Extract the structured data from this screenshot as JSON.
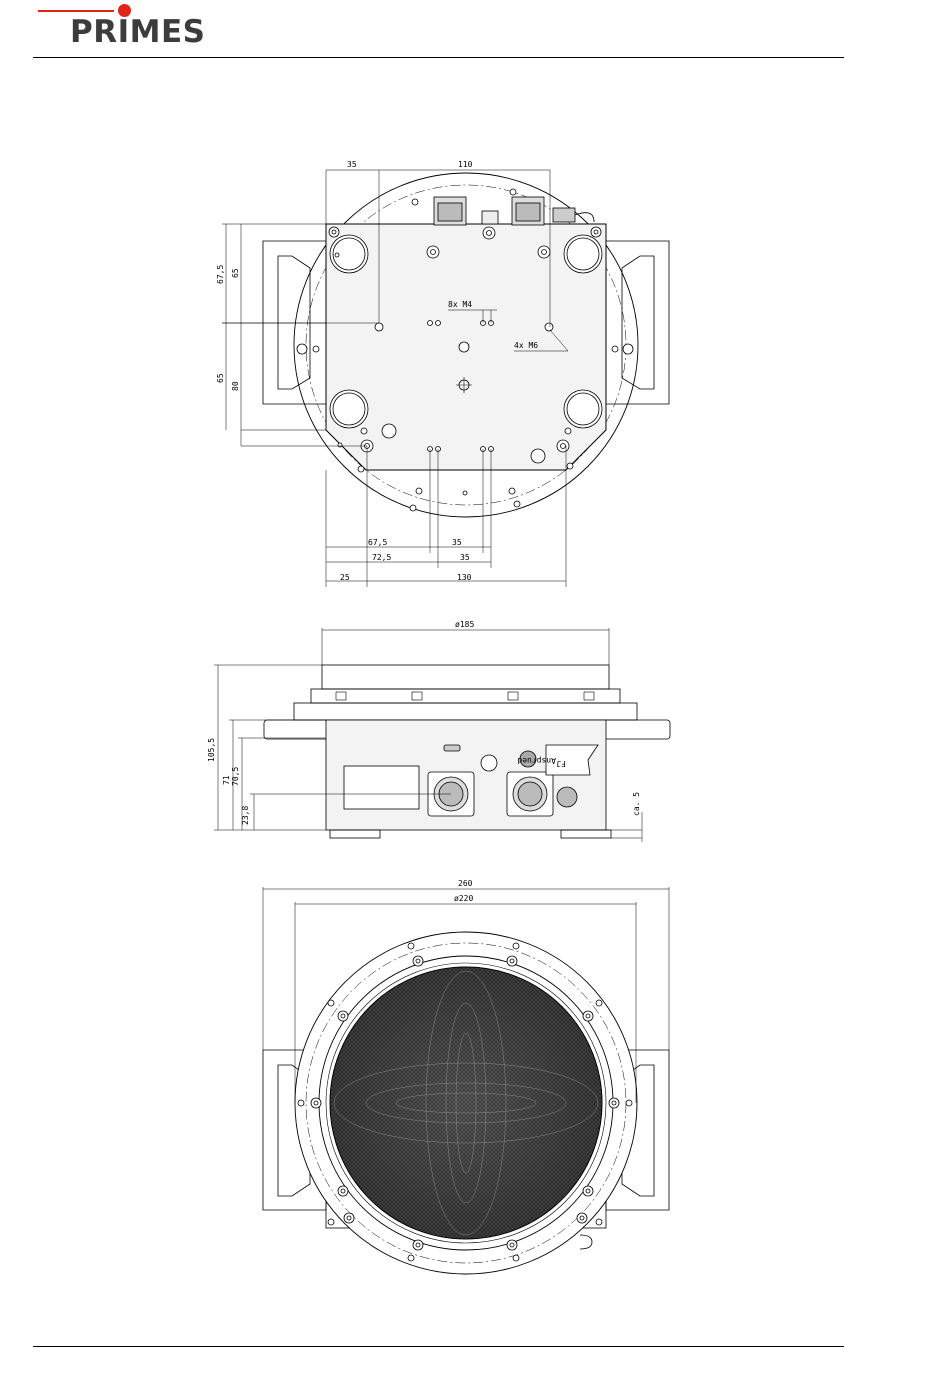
{
  "brand": {
    "name": "PRIMES",
    "accent": "#e2231a",
    "text_color": "#3c3c3c"
  },
  "top_view": {
    "dims": {
      "w35_top": "35",
      "w110": "110",
      "h67_5": "67,5",
      "h65a": "65",
      "h65b": "65",
      "h80": "80",
      "m4": "8x  M4",
      "m6": "4x  M6",
      "b67_5": "67,5",
      "b35a": "35",
      "b72_5": "72,5",
      "b35b": "35",
      "b25": "25",
      "b130": "130"
    }
  },
  "side_view": {
    "dims": {
      "d185": "ø185",
      "h105_5": "105,5",
      "h71": "71",
      "h70_5": "70,5",
      "h23_8": "23,8",
      "ca5": "ca. 5"
    },
    "label_plate": {
      "line1": "Ansprued",
      "line2": "FJ"
    }
  },
  "bottom_view": {
    "dims": {
      "w260": "260",
      "d220": "ø220"
    }
  }
}
